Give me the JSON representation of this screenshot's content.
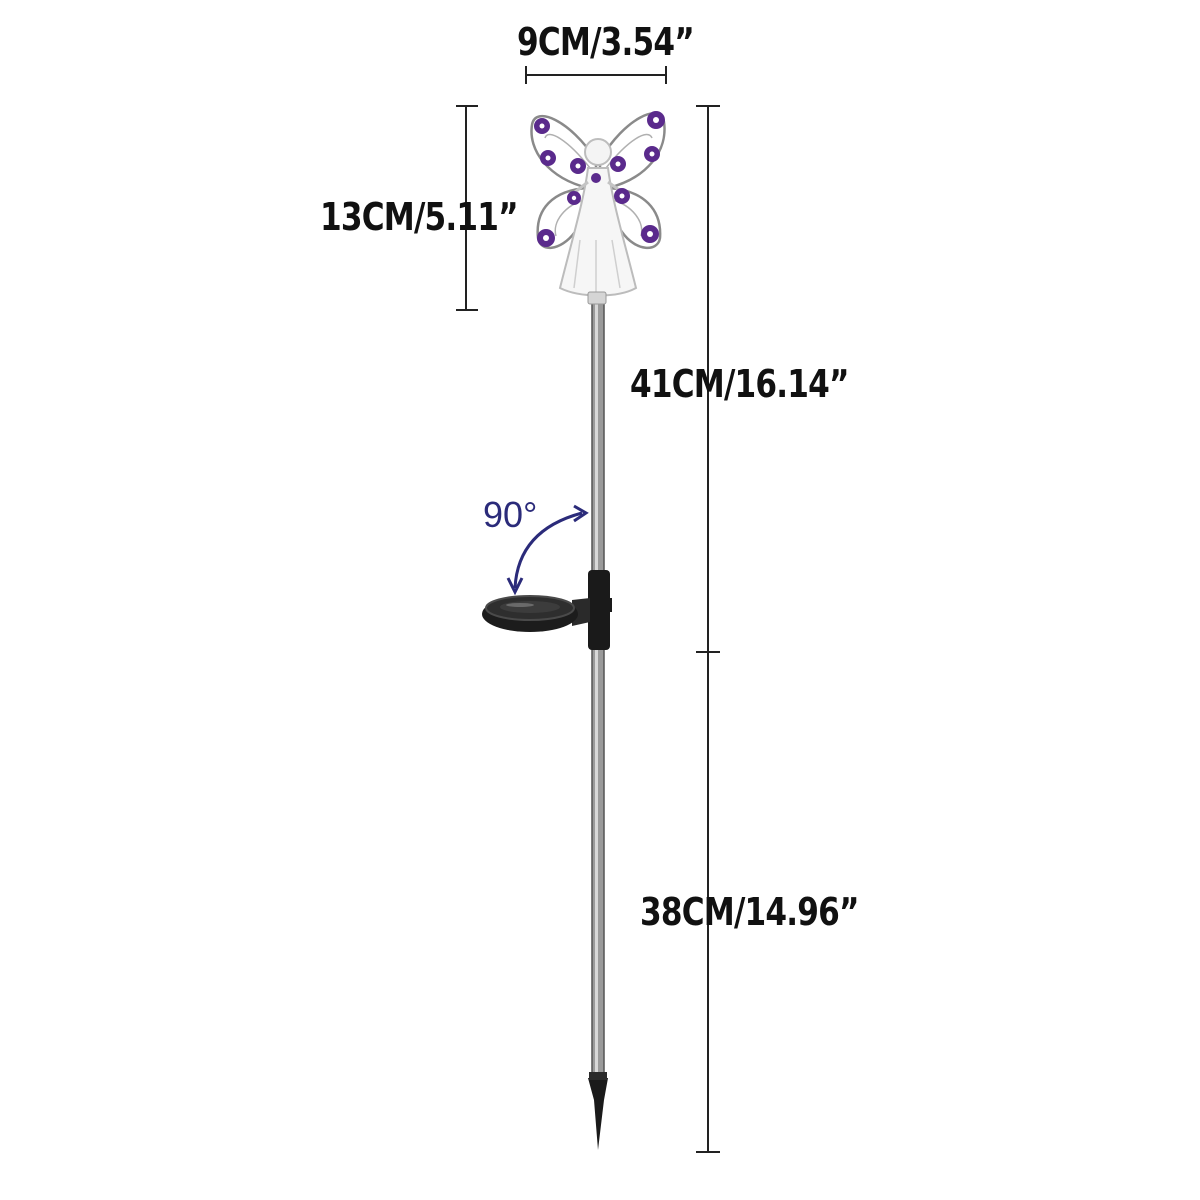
{
  "dimensions": {
    "width_label": "9CM/3.54”",
    "head_height_label": "13CM/5.11”",
    "upper_length_label": "41CM/16.14”",
    "lower_length_label": "38CM/14.96”"
  },
  "angle": {
    "label": "90°"
  },
  "colors": {
    "accent_purple": "#5a2a8c",
    "angle_arrow": "#2b2b7a",
    "line": "#222222",
    "stake": "#8a8a8a",
    "solar_panel": "#1c1c1c"
  },
  "icons": {
    "product": "butterfly-fairy-solar-stake-light",
    "rotation": "curved-double-arrow-icon"
  }
}
